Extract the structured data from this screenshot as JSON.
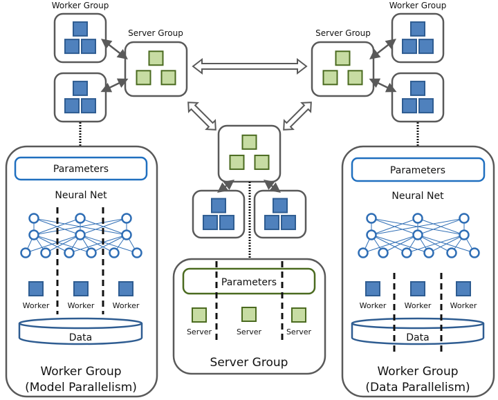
{
  "labels": {
    "worker_group": "Worker Group",
    "server_group": "Server Group",
    "parameters": "Parameters",
    "neural_net": "Neural Net",
    "worker": "Worker",
    "server": "Server",
    "data": "Data",
    "model_parallel_title": "Worker Group",
    "model_parallel_sub": "(Model Parallelism)",
    "data_parallel_title": "Worker Group",
    "data_parallel_sub": "(Data Parallelism)",
    "server_group_bottom": "Server Group"
  },
  "colors": {
    "worker_fill": "#4f81bd",
    "worker_stroke": "#2e5c91",
    "server_fill": "#c7dca3",
    "server_stroke": "#4a6a1f",
    "box_stroke": "#595959",
    "param_blue": "#1f6fbf",
    "param_green": "#4a6a1f",
    "net_blue": "#2f6eb5",
    "data_stroke": "#2e5c91"
  }
}
